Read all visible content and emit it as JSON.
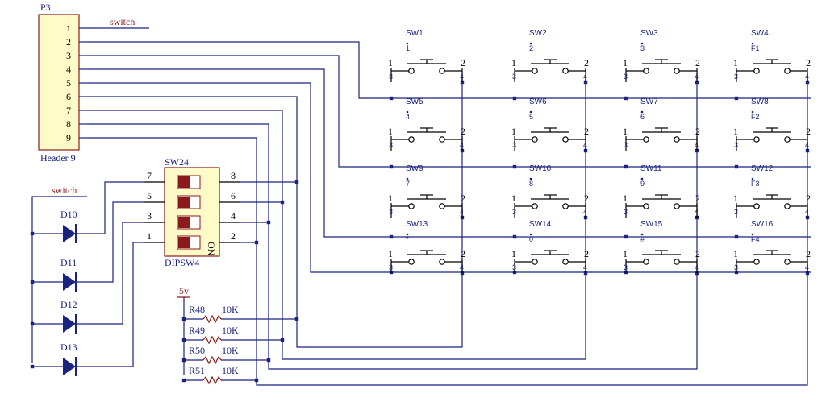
{
  "header": {
    "designator": "P3",
    "name": "Header 9",
    "pins": [
      "1",
      "2",
      "3",
      "4",
      "5",
      "6",
      "7",
      "8",
      "9"
    ],
    "net_label": "switch"
  },
  "dipswitch": {
    "designator": "SW24",
    "name": "DIPSW4",
    "on_label": "ON",
    "left_pins": [
      "7",
      "5",
      "3",
      "1"
    ],
    "right_pins": [
      "8",
      "6",
      "4",
      "2"
    ]
  },
  "diodes": {
    "net_label": "switch",
    "items": [
      "D10",
      "D11",
      "D12",
      "D13"
    ]
  },
  "resistors": {
    "supply_label": "5v",
    "items": [
      {
        "ref": "R48",
        "value": "10K"
      },
      {
        "ref": "R49",
        "value": "10K"
      },
      {
        "ref": "R50",
        "value": "10K"
      },
      {
        "ref": "R51",
        "value": "10K"
      }
    ]
  },
  "switches": [
    {
      "ref": "SW1",
      "key": "1"
    },
    {
      "ref": "SW2",
      "key": "2"
    },
    {
      "ref": "SW3",
      "key": "3"
    },
    {
      "ref": "SW4",
      "key": "F1"
    },
    {
      "ref": "SW5",
      "key": "4"
    },
    {
      "ref": "SW6",
      "key": "5"
    },
    {
      "ref": "SW7",
      "key": "6"
    },
    {
      "ref": "SW8",
      "key": "F2"
    },
    {
      "ref": "SW9",
      "key": "7"
    },
    {
      "ref": "SW10",
      "key": "8"
    },
    {
      "ref": "SW11",
      "key": "9"
    },
    {
      "ref": "SW12",
      "key": "F3"
    },
    {
      "ref": "SW13",
      "key": "*"
    },
    {
      "ref": "SW14",
      "key": "0"
    },
    {
      "ref": "SW15",
      "key": "#"
    },
    {
      "ref": "SW16",
      "key": "F4"
    }
  ],
  "switch_pins": {
    "left": "1",
    "right": "2"
  }
}
